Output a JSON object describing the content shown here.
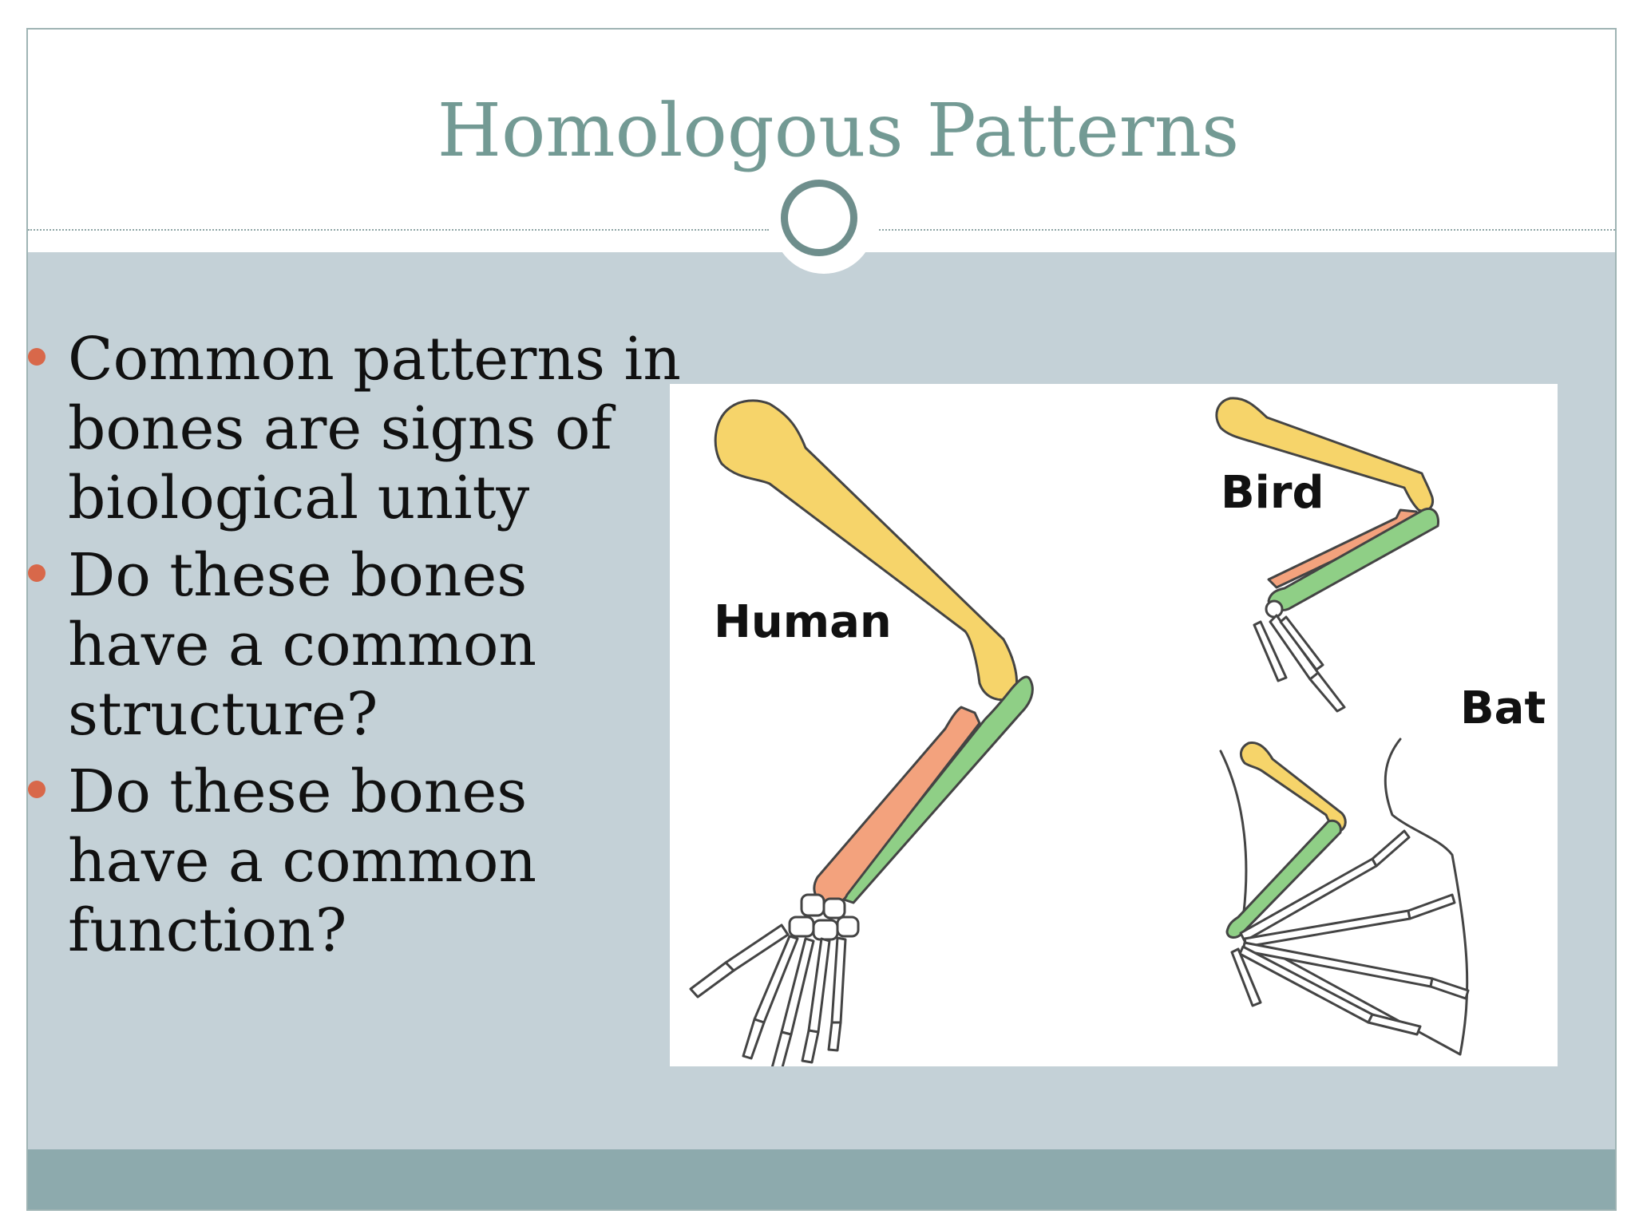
{
  "slide": {
    "title": "Homologous Patterns",
    "bullets": [
      "Common patterns in bones are signs of biological unity",
      "Do these bones have a common structure?",
      "Do these bones have a common function?"
    ]
  },
  "figure": {
    "labels": {
      "human": "Human",
      "bird": "Bird",
      "bat": "Bat"
    },
    "colors": {
      "humerus": "#f6d46a",
      "radius": "#f3a27d",
      "ulna": "#8fcf86",
      "outline": "#444444"
    }
  },
  "theme": {
    "title_color": "#739a94",
    "content_band": "#c4d1d7",
    "footer_band": "#8daaad",
    "bullet_color": "#d8684a"
  }
}
